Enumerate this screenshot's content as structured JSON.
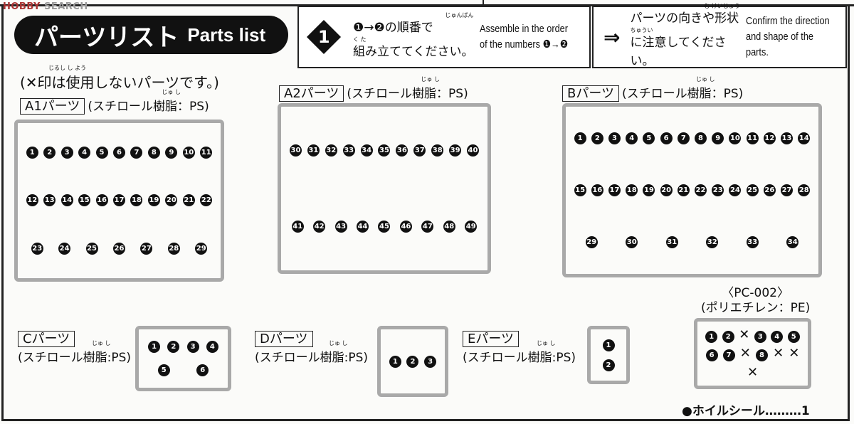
{
  "watermark": {
    "brand": "HOBBY",
    "rest": "SEARCH"
  },
  "title": {
    "jp": "パーツリスト",
    "en": "Parts list"
  },
  "step_box": {
    "step": "1",
    "jp_line1": "❶→❷の順番で",
    "jp_line2": "組み立ててください。",
    "furigana1": "じゅんばん",
    "furigana2": "く  た",
    "en_line1": "Assemble in the order",
    "en_line2": "of the numbers ❶→❷"
  },
  "direction_box": {
    "jp_line1": "パーツの向きや形状",
    "jp_line2": "に注意してください。",
    "furigana1": "む  けいじょう",
    "furigana2": "ちゅうい",
    "en_line1": "Confirm the direction",
    "en_line2": "and shape of the parts."
  },
  "note": {
    "text": "(✕印は使用しないパーツです。)",
    "furigana": "じるし  し よう"
  },
  "sections": [
    {
      "tag": "A1パーツ",
      "material": "(スチロール樹脂：PS)",
      "parts": [
        1,
        2,
        3,
        4,
        5,
        6,
        7,
        8,
        9,
        10,
        11,
        12,
        13,
        14,
        15,
        16,
        17,
        18,
        19,
        20,
        21,
        22,
        23,
        24,
        25,
        26,
        27,
        28,
        29
      ]
    },
    {
      "tag": "A2パーツ",
      "material": "(スチロール樹脂：PS)",
      "parts": [
        30,
        31,
        32,
        33,
        34,
        35,
        36,
        37,
        38,
        39,
        40,
        41,
        42,
        43,
        44,
        45,
        46,
        47,
        48,
        49
      ]
    },
    {
      "tag": "Bパーツ",
      "material": "(スチロール樹脂：PS)",
      "parts": [
        1,
        2,
        3,
        4,
        5,
        6,
        7,
        8,
        9,
        10,
        11,
        12,
        13,
        14,
        15,
        16,
        17,
        18,
        19,
        20,
        21,
        22,
        23,
        24,
        25,
        26,
        27,
        28,
        29,
        30,
        31,
        32,
        33,
        34
      ]
    },
    {
      "tag": "Cパーツ",
      "material": "(スチロール樹脂:PS)",
      "parts": [
        1,
        2,
        3,
        4,
        5,
        6
      ]
    },
    {
      "tag": "Dパーツ",
      "material": "(スチロール樹脂:PS)",
      "parts": [
        1,
        2,
        3
      ]
    },
    {
      "tag": "Eパーツ",
      "material": "(スチロール樹脂:PS)",
      "parts": [
        1,
        2
      ]
    }
  ],
  "furigana_jushi": "じゅ し",
  "pc": {
    "name": "〈PC-002〉",
    "material": "(ポリエチレン：PE)",
    "parts": [
      1,
      2,
      3,
      4,
      5,
      6,
      7,
      8
    ],
    "unused_mark": "✕"
  },
  "foil": {
    "text": "●ホイルシール………1"
  }
}
